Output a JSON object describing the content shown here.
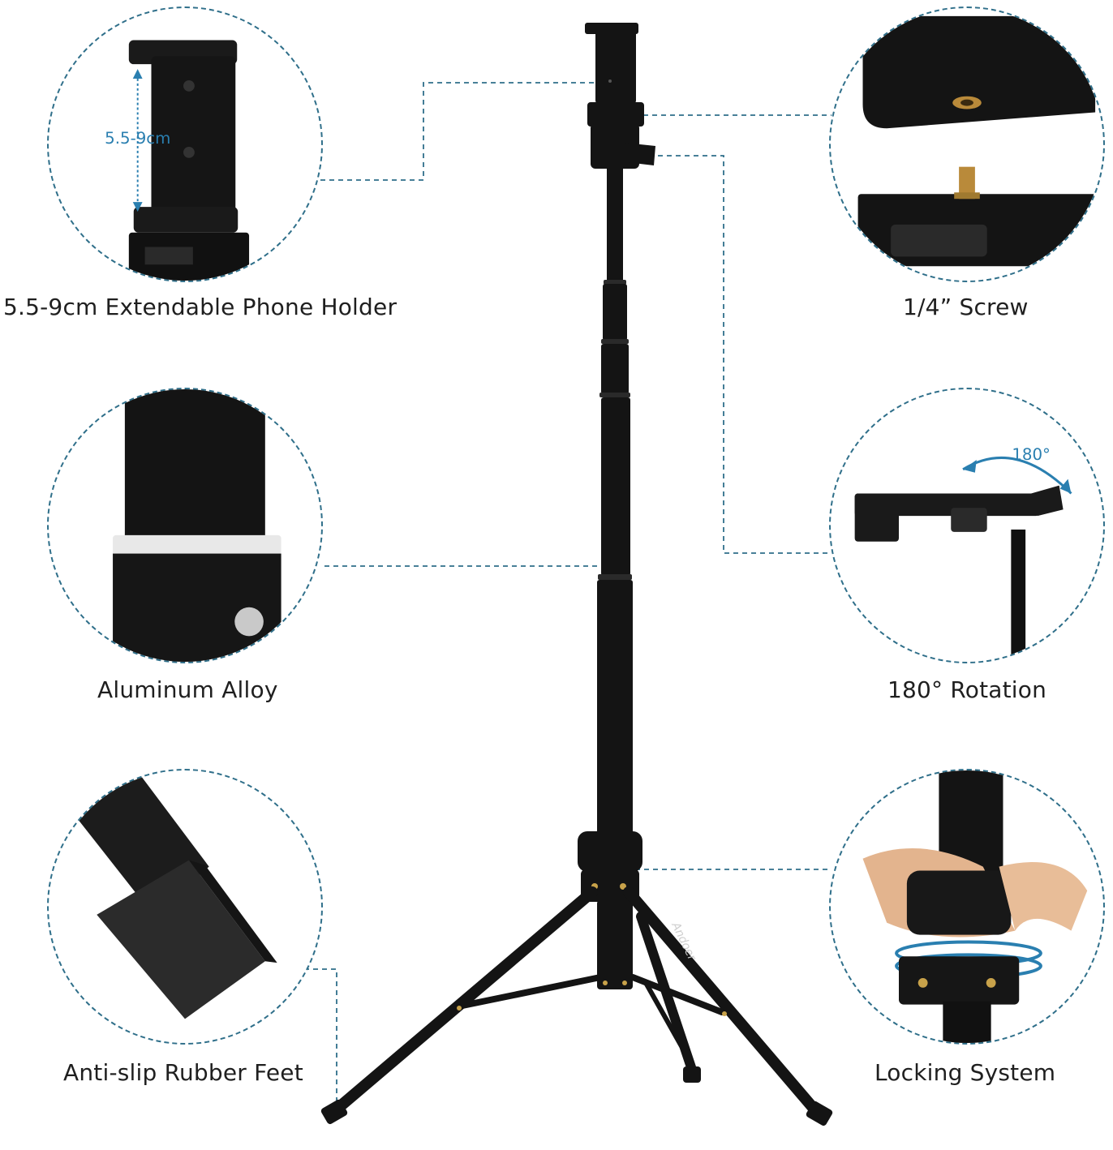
{
  "features": {
    "phone_holder": {
      "label": "5.5-9cm Extendable Phone Holder",
      "range_text": "5.5-9cm"
    },
    "screw": {
      "label": "1/4” Screw"
    },
    "alloy": {
      "label": "Aluminum Alloy"
    },
    "rotation": {
      "label": "180° Rotation",
      "angle_text": "180°"
    },
    "feet": {
      "label": "Anti-slip Rubber Feet"
    },
    "locking": {
      "label": "Locking System"
    }
  },
  "brand": {
    "leg_text": "Andoer"
  },
  "colors": {
    "callout_line": "#2f6f8a",
    "accent": "#2a9fd6",
    "product": "#141414"
  }
}
